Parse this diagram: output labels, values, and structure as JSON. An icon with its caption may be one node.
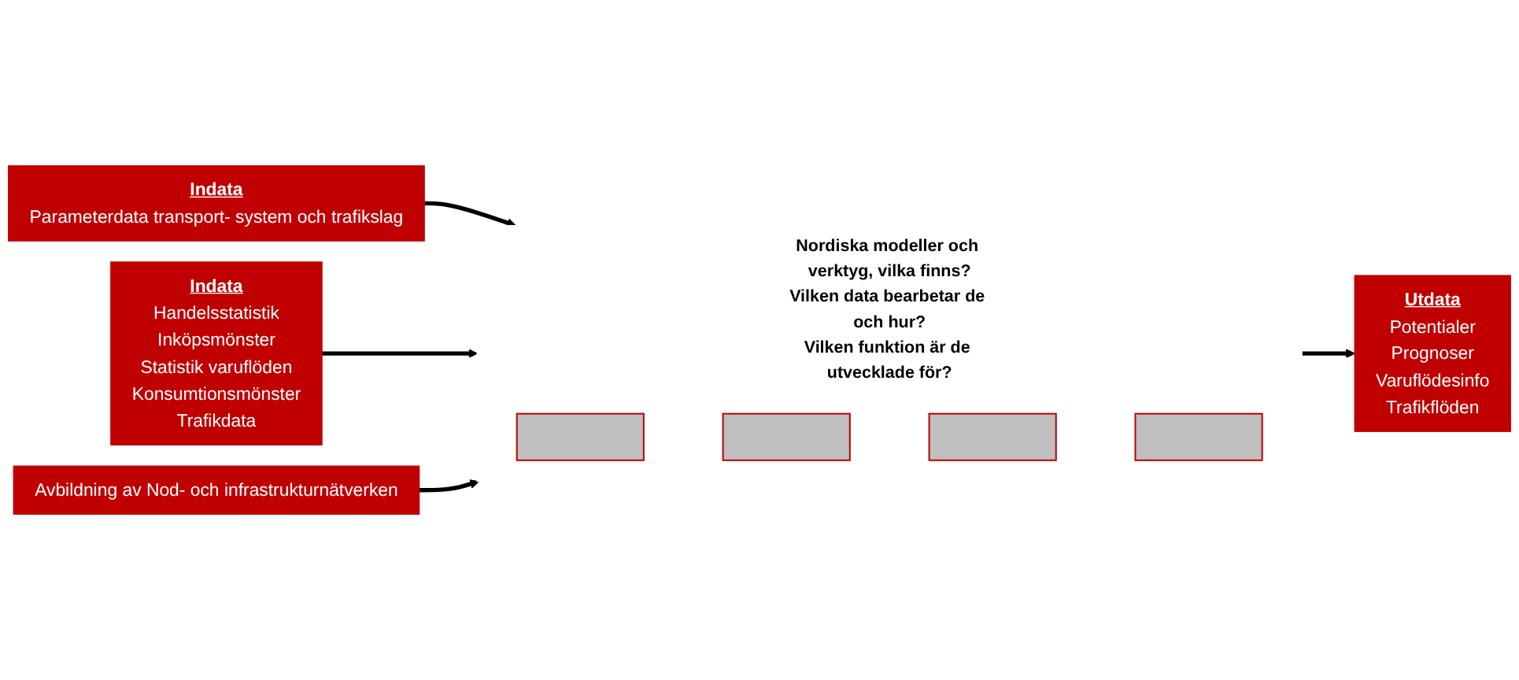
{
  "diagram": {
    "nodes": [
      {
        "text": [
          "Indata",
          "Parameterdata transport- system och trafikslag"
        ]
      },
      {
        "text": [
          "Indata",
          "Handelsstatistik",
          "Inköpsmönster",
          "Statistik varuflöden",
          "Konsumtionsmönster",
          "Trafikdata"
        ]
      },
      {
        "text": [
          "Nordiska modeller och verktyg, vilka finns?",
          "Vilken data bearbetar de och hur?",
          "Vilken funktion är de utvecklade för?"
        ]
      },
      {
        "text": [],
        "shape": "box",
        "in": 2
      },
      {
        "text": [],
        "shape": "box",
        "in": 2
      },
      {
        "text": [],
        "shape": "box",
        "in": 2
      },
      {
        "text": [],
        "shape": "box",
        "in": 2
      },
      {
        "text": [
          "Utdata",
          "Potentialer",
          "Prognoser",
          "Varuflödesinfo",
          "Trafikflöden"
        ]
      },
      {
        "text": [
          "Avbildning av Nod- och infrastrukturnätverken"
        ]
      }
    ],
    "edges": [
      {
        "from": 0,
        "to": 2,
        "arrow": "to"
      },
      {
        "from": 1,
        "to": 2,
        "arrow": "to"
      },
      {
        "from": 2,
        "to": 7,
        "arrow": "to"
      },
      {
        "from": 8,
        "to": 2,
        "arrow": "to"
      }
    ]
  }
}
